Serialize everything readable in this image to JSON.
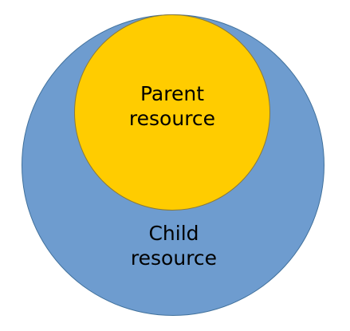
{
  "diagram": {
    "outer": {
      "label_line1": "Child",
      "label_line2": "resource",
      "fill": "#6e9ccf",
      "stroke": "#41719c"
    },
    "inner": {
      "label_line1": "Parent",
      "label_line2": "resource",
      "fill": "#ffcc00",
      "stroke": "#8a7a3a"
    }
  }
}
